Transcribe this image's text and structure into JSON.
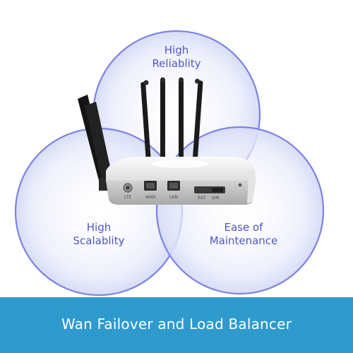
{
  "features": {
    "top": {
      "line1": "High",
      "line2": "Reliablity"
    },
    "left": {
      "line1": "High",
      "line2": "Scalablity"
    },
    "right": {
      "line1": "Ease of",
      "line2": "Maintenance"
    }
  },
  "device": {
    "port_labels": [
      "LTE",
      "WAN",
      "LAN",
      "RST",
      "SIM"
    ]
  },
  "banner": {
    "title": "Wan Failover and Load Balancer"
  },
  "colors": {
    "circle_stroke": "#7b84e0",
    "circle_fill": "#eef0fc",
    "label_text": "#4f56c4",
    "banner_bg": "#2f9acd",
    "banner_text": "#ffffff"
  }
}
